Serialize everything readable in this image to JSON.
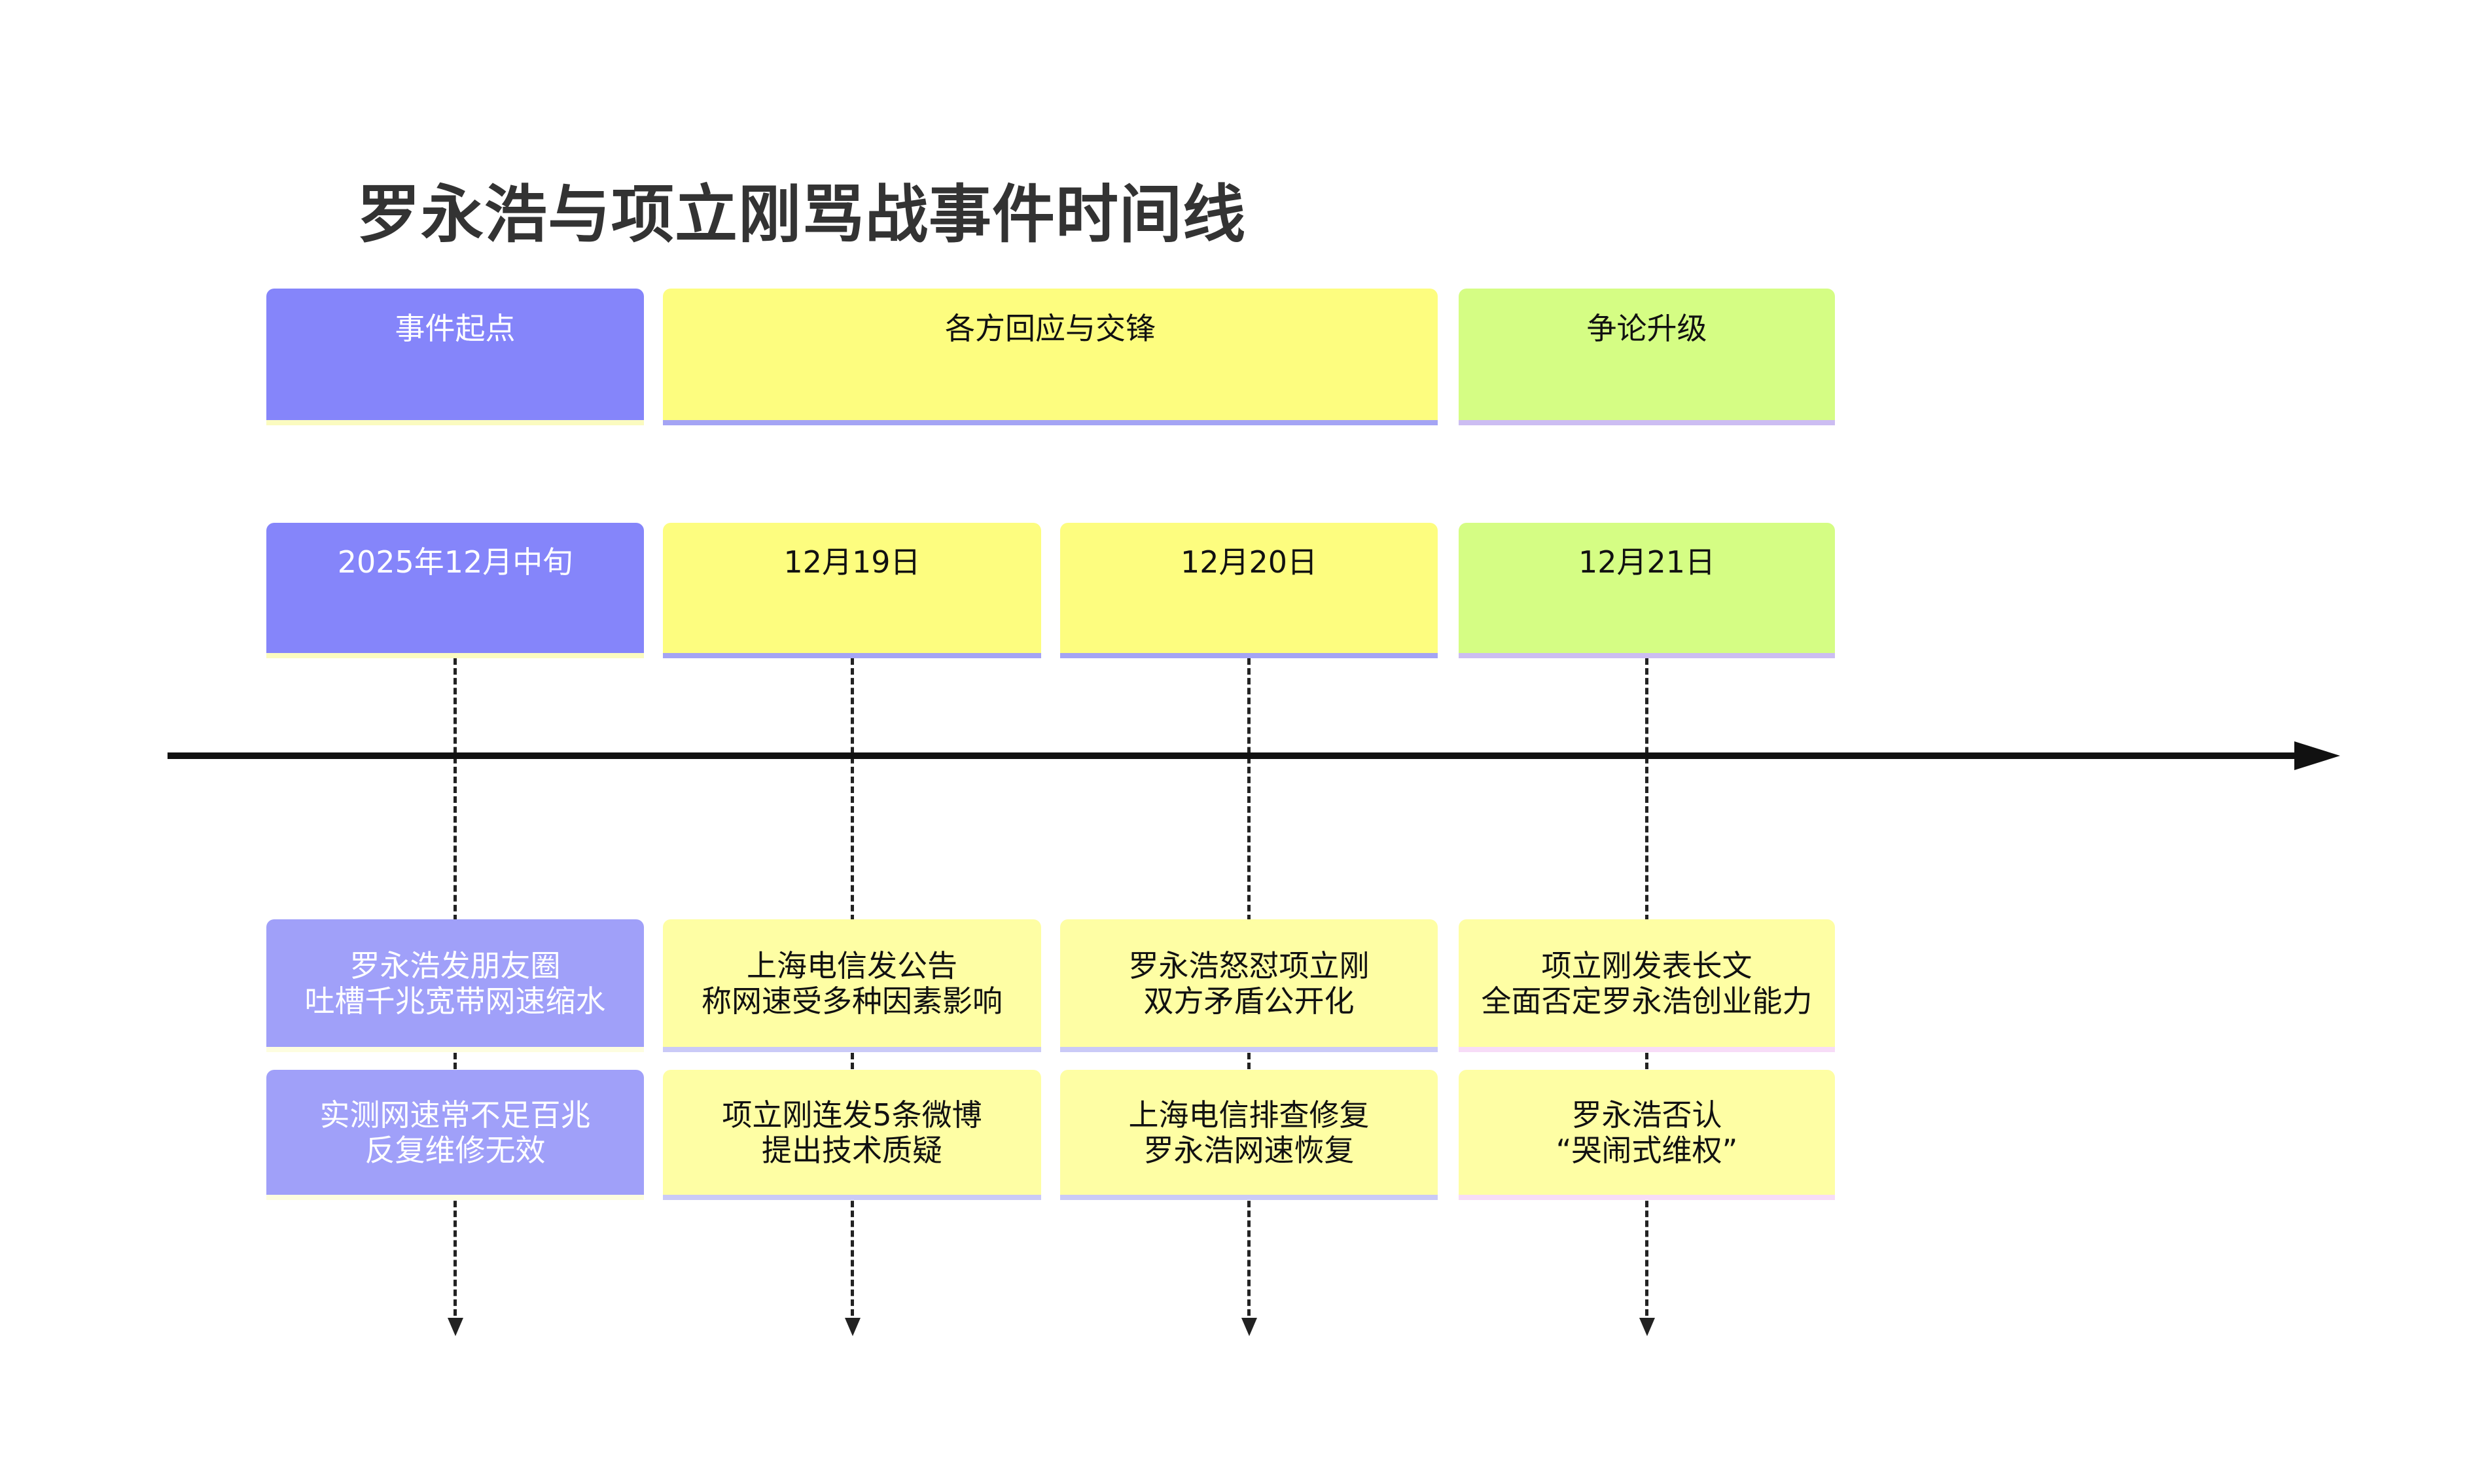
{
  "title": "罗永浩与项立刚骂战事件时间线",
  "phases": [
    {
      "label": "事件起点",
      "color": "#8585fa"
    },
    {
      "label": "各方回应与交锋",
      "color": "#fdfd7f"
    },
    {
      "label": "争论升级",
      "color": "#d5fd84"
    }
  ],
  "dates": [
    "2025年12月中旬",
    "12月19日",
    "12月20日",
    "12月21日"
  ],
  "events": [
    [
      "罗永浩发朋友圈\n吐槽千兆宽带网速缩水",
      "实测网速常不足百兆\n反复维修无效"
    ],
    [
      "上海电信发公告\n称网速受多种因素影响",
      "项立刚连发5条微博\n提出技术质疑"
    ],
    [
      "罗永浩怒怼项立刚\n双方矛盾公开化",
      "上海电信排查修复\n罗永浩网速恢复"
    ],
    [
      "项立刚发表长文\n全面否定罗永浩创业能力",
      "罗永浩否认\n“哭闹式维权”"
    ]
  ]
}
